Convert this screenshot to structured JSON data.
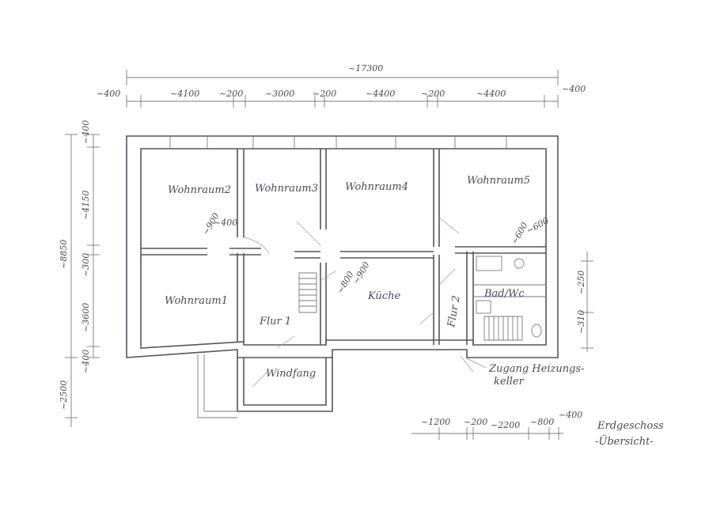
{
  "dimensions": {
    "overall_width": "~17300",
    "top_row": [
      "~400",
      "~4100",
      "~200",
      "~3000",
      "~200",
      "~4400",
      "~200",
      "~4400",
      "~400"
    ],
    "left_column": [
      "~400",
      "~4150",
      "~300",
      "~3600",
      "~400"
    ],
    "left_overall": "~8850",
    "left_entry": "~2500",
    "right_column": [
      "~250",
      "~310"
    ],
    "kitchen_door": [
      "~800",
      "~900"
    ],
    "bath_door": [
      "~600",
      "~600"
    ],
    "living1_door": [
      "~900",
      "~400"
    ],
    "legend_scale": [
      "~1200",
      "~200",
      "~2200",
      "~800",
      "~400"
    ]
  },
  "rooms": {
    "wohnraum1": "Wohnraum1",
    "wohnraum2": "Wohnraum2",
    "wohnraum3": "Wohnraum3",
    "wohnraum4": "Wohnraum4",
    "wohnraum5": "Wohnraum5",
    "kueche": "Küche",
    "flur1": "Flur 1",
    "flur2": "Flur 2",
    "badwc": "Bad/Wc",
    "windfang": "Windfang"
  },
  "notes": {
    "zugang_line1": "Zugang Heizungs-",
    "zugang_line2": "keller",
    "title_line1": "Erdgeschoss",
    "title_line2": "-Übersicht-"
  },
  "colors": {
    "pencil": "#55555f",
    "paper": "#ffffff"
  }
}
